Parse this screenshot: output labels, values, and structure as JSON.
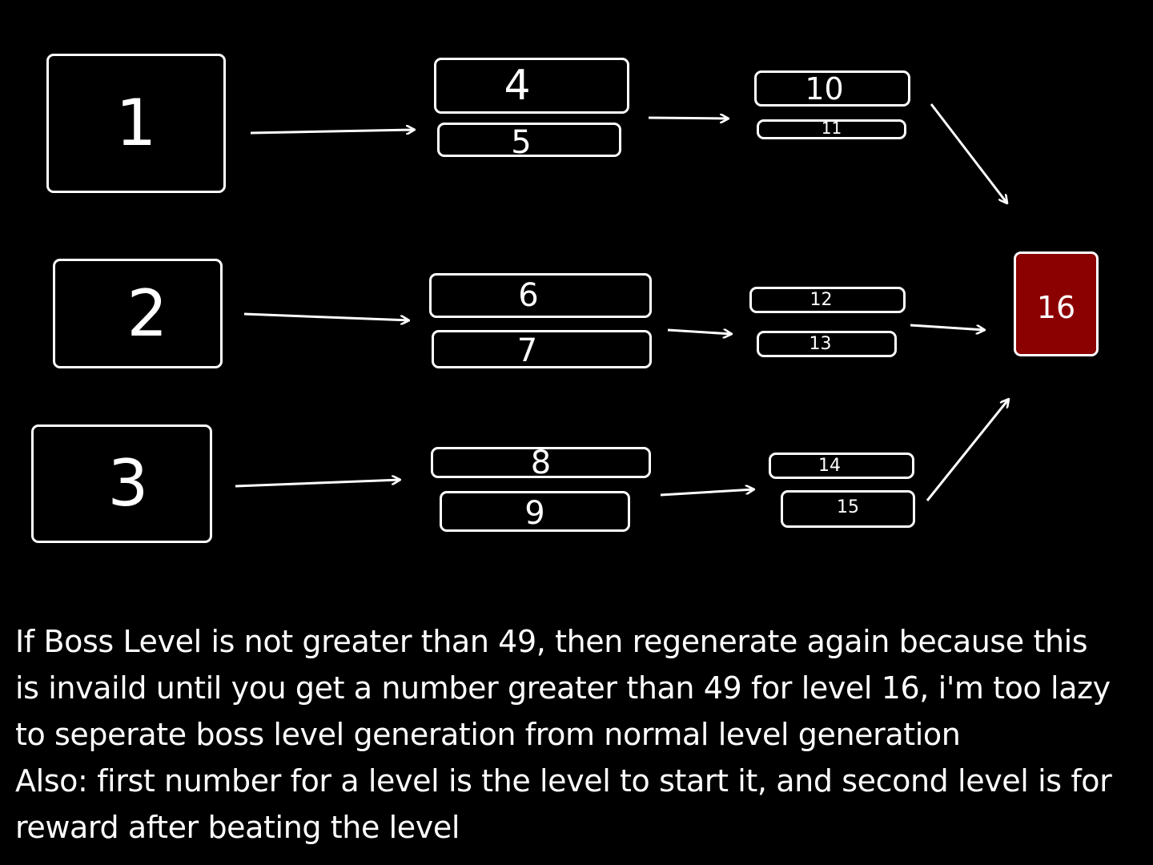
{
  "colors": {
    "background": "#000000",
    "foreground": "#ffffff",
    "boss_fill": "#8b0000"
  },
  "levels": {
    "l1": "1",
    "l2": "2",
    "l3": "3",
    "l4": "4",
    "l5": "5",
    "l6": "6",
    "l7": "7",
    "l8": "8",
    "l9": "9",
    "l10": "10",
    "l11": "11",
    "l12": "12",
    "l13": "13",
    "l14": "14",
    "l15": "15",
    "l16": "16"
  },
  "notes": {
    "line1": "If Boss Level is not greater than 49, then regenerate again because this",
    "line2": "is invaild until you get a number greater than 49 for level 16, i'm too lazy",
    "line3": "to seperate boss level generation from normal level generation",
    "line4": "Also: first number for a level is the level to start it, and second level is for",
    "line5": "reward after beating the level"
  }
}
